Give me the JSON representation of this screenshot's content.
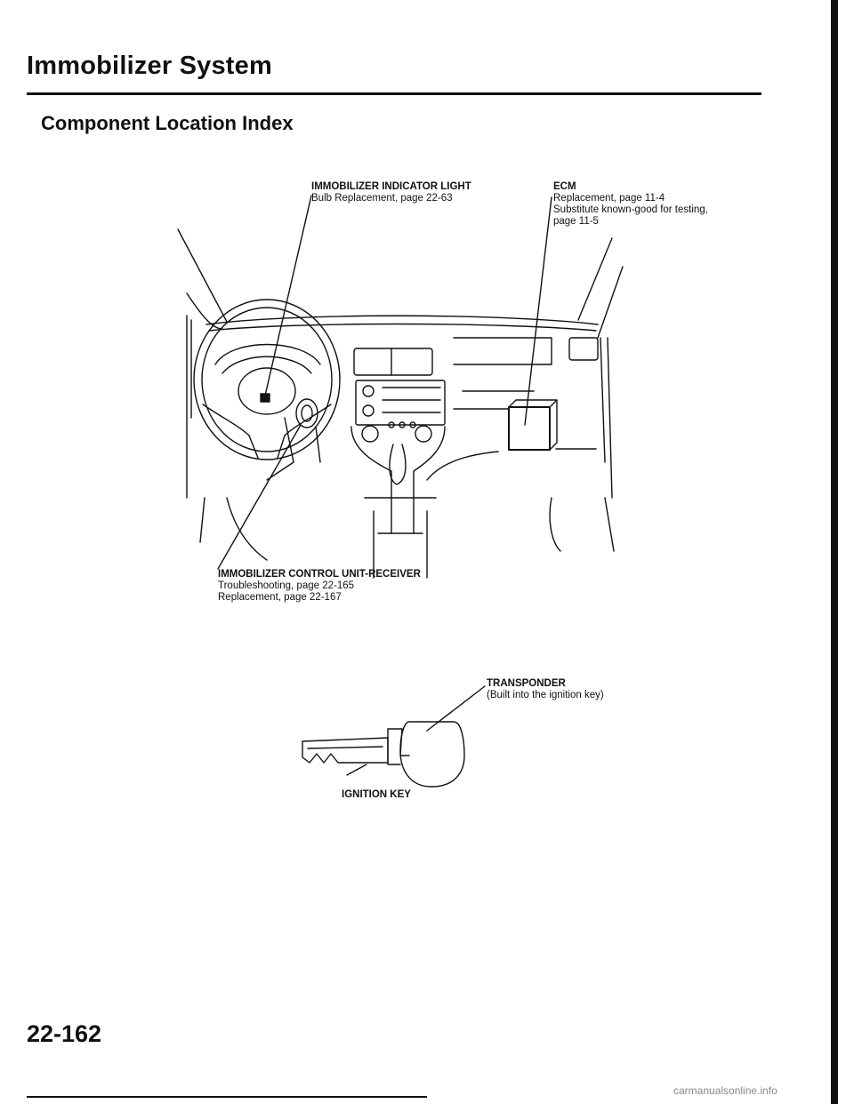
{
  "page": {
    "title": "Immobilizer System",
    "section": "Component Location Index",
    "page_number": "22-162",
    "watermark": "carmanualsonline.info"
  },
  "callouts": {
    "indicator_light": {
      "heading": "IMMOBILIZER INDICATOR LIGHT",
      "lines": [
        "Bulb Replacement, page 22-63"
      ]
    },
    "ecm": {
      "heading": "ECM",
      "lines": [
        "Replacement, page 11-4",
        "Substitute known-good for testing,",
        "page 11-5"
      ]
    },
    "control_unit": {
      "heading": "IMMOBILIZER CONTROL UNIT-RECEIVER",
      "lines": [
        "Troubleshooting, page 22-165",
        "Replacement, page 22-167"
      ]
    },
    "transponder": {
      "heading": "TRANSPONDER",
      "lines": [
        "(Built into the ignition key)"
      ]
    },
    "ignition_key": {
      "heading": "IGNITION KEY"
    }
  },
  "colors": {
    "ink": "#111111",
    "background": "#ffffff"
  }
}
